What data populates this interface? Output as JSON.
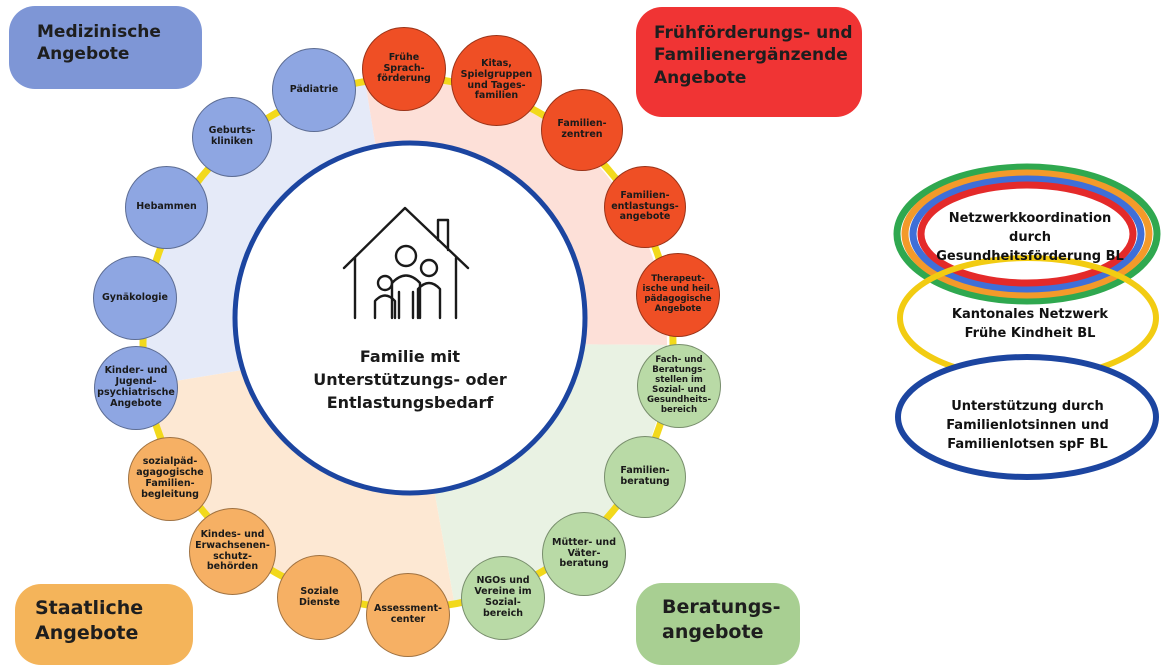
{
  "categories": {
    "medical": "Medizinische Angebote",
    "early_support": "Frühförderungs- und Familienergänzende Angebote",
    "state": "Staatliche Angebote",
    "counseling": "Beratungs- angebote"
  },
  "center": {
    "label": "Familie mit Unterstützungs- oder Entlastungsbedarf",
    "icon": "family-house-icon"
  },
  "nodes": {
    "paediatrie": "Pädiatrie",
    "geburtskliniken": "Geburts- kliniken",
    "hebammen": "Hebammen",
    "gynaekologie": "Gynäkologie",
    "kinder_jugend": "Kinder- und Jugend- psychiatrische Angebote",
    "sprachfoerderung": "Frühe Sprach- förderung",
    "kitas": "Kitas, Spielgruppen und Tages- familien",
    "familienzentren": "Familien- zentren",
    "entlastung": "Familien- entlastungs- angebote",
    "therapeutisch": "Therapeut- ische und heil- pädagogische Angebote",
    "fachstellen": "Fach- und Beratungs- stellen im Sozial- und Gesundheits- bereich",
    "familienberatung": "Familien- beratung",
    "muetter_vaeter": "Mütter- und Väter- beratung",
    "ngos": "NGOs und Vereine im Sozial- bereich",
    "assessment": "Assessment- center",
    "soziale_dienste": "Soziale Dienste",
    "kesb": "Kindes- und Erwachsenen- schutz- behörden",
    "sozialpaed": "sozialpäd- agagogische Familien- begleitung"
  },
  "network": {
    "coordination": "Netzwerkkoordination durch Gesundheitsförderung BL",
    "cantonal": "Kantonales Netzwerk Frühe Kindheit BL",
    "navigators": "Unterstützung durch Familienlotsinnen und Familienlotsen spF BL"
  },
  "colors": {
    "medical": "#7e96d6",
    "early_support": "#f03434",
    "state": "#f4b45a",
    "counseling": "#a8cf92",
    "ring": "#f2d91c",
    "center_ring": "#1c45a0"
  }
}
